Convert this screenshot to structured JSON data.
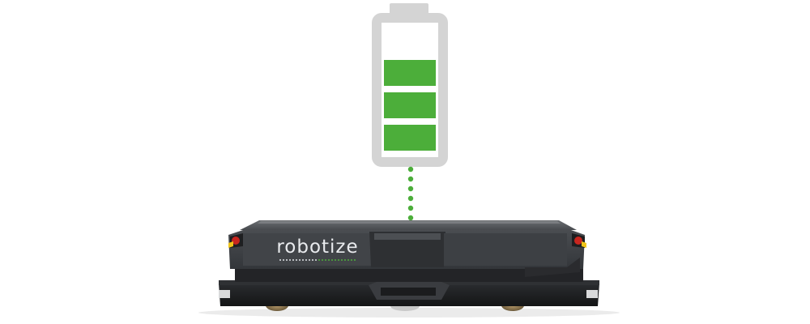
{
  "robot": {
    "brand_label": "robotize"
  },
  "battery": {
    "charge_fraction": 1.0,
    "filled_bars": 3,
    "total_bars": 3
  },
  "colors": {
    "battery_outline": "#d4d4d4",
    "battery_fill": "#4cae3a",
    "charge_dots": "#4cae3a",
    "robot_body": "#3c3e41",
    "robot_dark": "#1d1e20",
    "brand_text": "#e9ebee",
    "indicator_red": "#c8261f",
    "indicator_yellow": "#f0c419"
  },
  "icons": {
    "battery": "battery-icon",
    "charge_link": "dotted-charge-line",
    "robot": "agv-robot"
  }
}
